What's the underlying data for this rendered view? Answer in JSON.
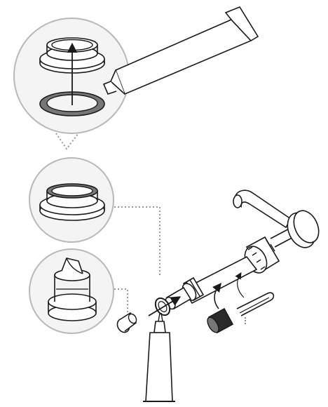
{
  "diagram": {
    "kind": "assembly-illustration",
    "steps": [
      {
        "id": "lubricate-o-ring",
        "detail": "callout-top"
      },
      {
        "id": "seated-o-ring",
        "detail": "callout-middle"
      },
      {
        "id": "valve-cap",
        "detail": "callout-bottom"
      }
    ],
    "colors": {
      "stroke": "#1a1a1a",
      "fill": "#ffffff",
      "callout_bg": "#f4f4f4",
      "callout_ring": "#b8b8b8",
      "gasket": "#777777",
      "dotted": "#9a9a9a"
    },
    "icons": [
      "grease-tube-icon",
      "o-ring-icon",
      "pump-assembly-icon",
      "arrow-icon",
      "clip-pin-icon",
      "sleeve-icon",
      "valve-icon"
    ]
  }
}
